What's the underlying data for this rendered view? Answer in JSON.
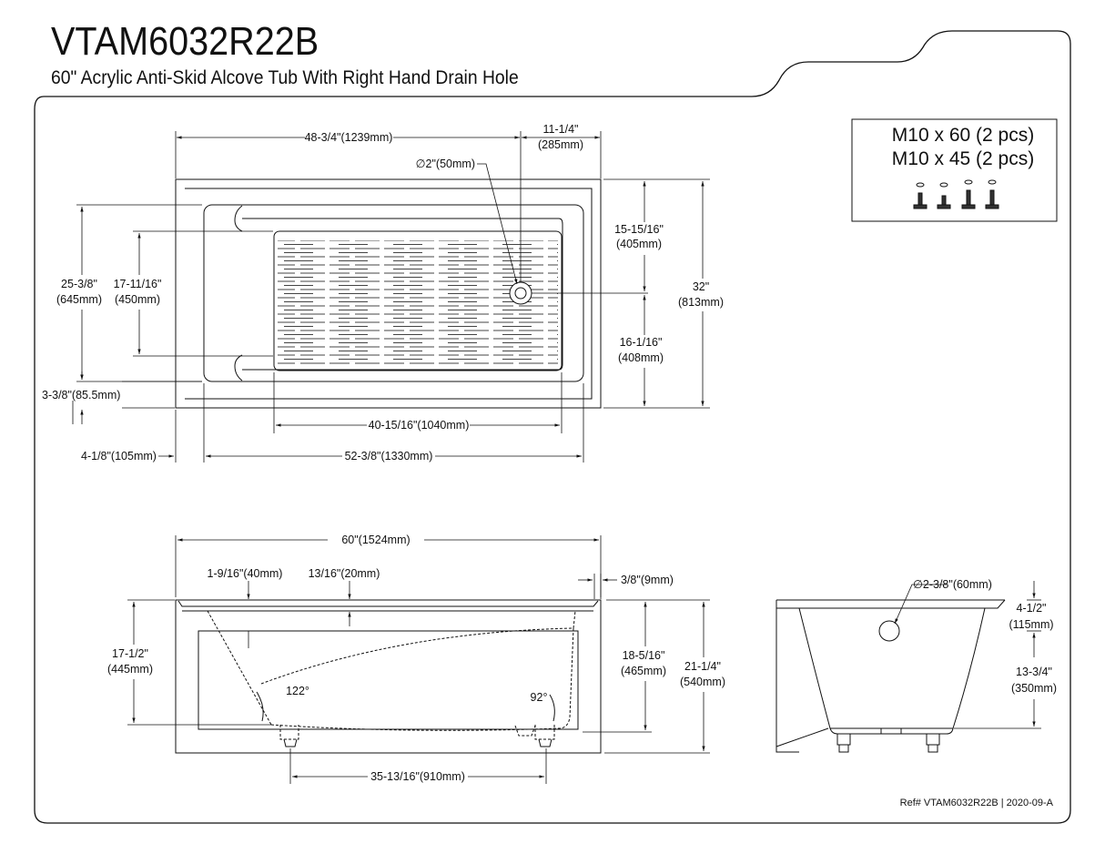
{
  "header": {
    "title": "VTAM6032R22B",
    "subtitle": "60\" Acrylic Anti-Skid Alcove Tub With Right Hand Drain Hole"
  },
  "hardware": {
    "line1": "M10 x 60 (2 pcs)",
    "line2": "M10 x 45 (2 pcs)"
  },
  "top_view": {
    "d_width_main": "48-3/4\"(1239mm)",
    "d_right_a": "11-1/4\"",
    "d_right_b": "(285mm)",
    "d_drain": "∅2\"(50mm)",
    "d_upper_a": "15-15/16\"",
    "d_upper_b": "(405mm)",
    "d_total_a": "32\"",
    "d_total_b": "(813mm)",
    "d_lower_a": "16-1/16\"",
    "d_lower_b": "(408mm)",
    "d_outer_a": "25-3/8\"",
    "d_outer_b": "(645mm)",
    "d_inner_a": "17-11/16\"",
    "d_inner_b": "(450mm)",
    "d_flange": "3-3/8\"(85.5mm)",
    "d_floor": "40-15/16\"(1040mm)",
    "d_left": "4-1/8\"(105mm)",
    "d_interior": "52-3/8\"(1330mm)"
  },
  "front_view": {
    "d_total": "60\"(1524mm)",
    "d_rim1": "1-9/16\"(40mm)",
    "d_rim2": "13/16\"(20mm)",
    "d_rim3": "3/8\"(9mm)",
    "d_left_a": "17-1/2\"",
    "d_left_b": "(445mm)",
    "d_mid_a": "18-5/16\"",
    "d_mid_b": "(465mm)",
    "d_tot_a": "21-1/4\"",
    "d_tot_b": "(540mm)",
    "angle1": "122°",
    "angle2": "92°",
    "d_feet": "35-13/16\"(910mm)"
  },
  "side_view": {
    "d_overflow": "∅2-3/8\"(60mm)",
    "d_top_a": "4-1/2\"",
    "d_top_b": "(115mm)",
    "d_bot_a": "13-3/4\"",
    "d_bot_b": "(350mm)"
  },
  "footer": {
    "ref": "Ref# VTAM6032R22B | 2020-09-A"
  }
}
